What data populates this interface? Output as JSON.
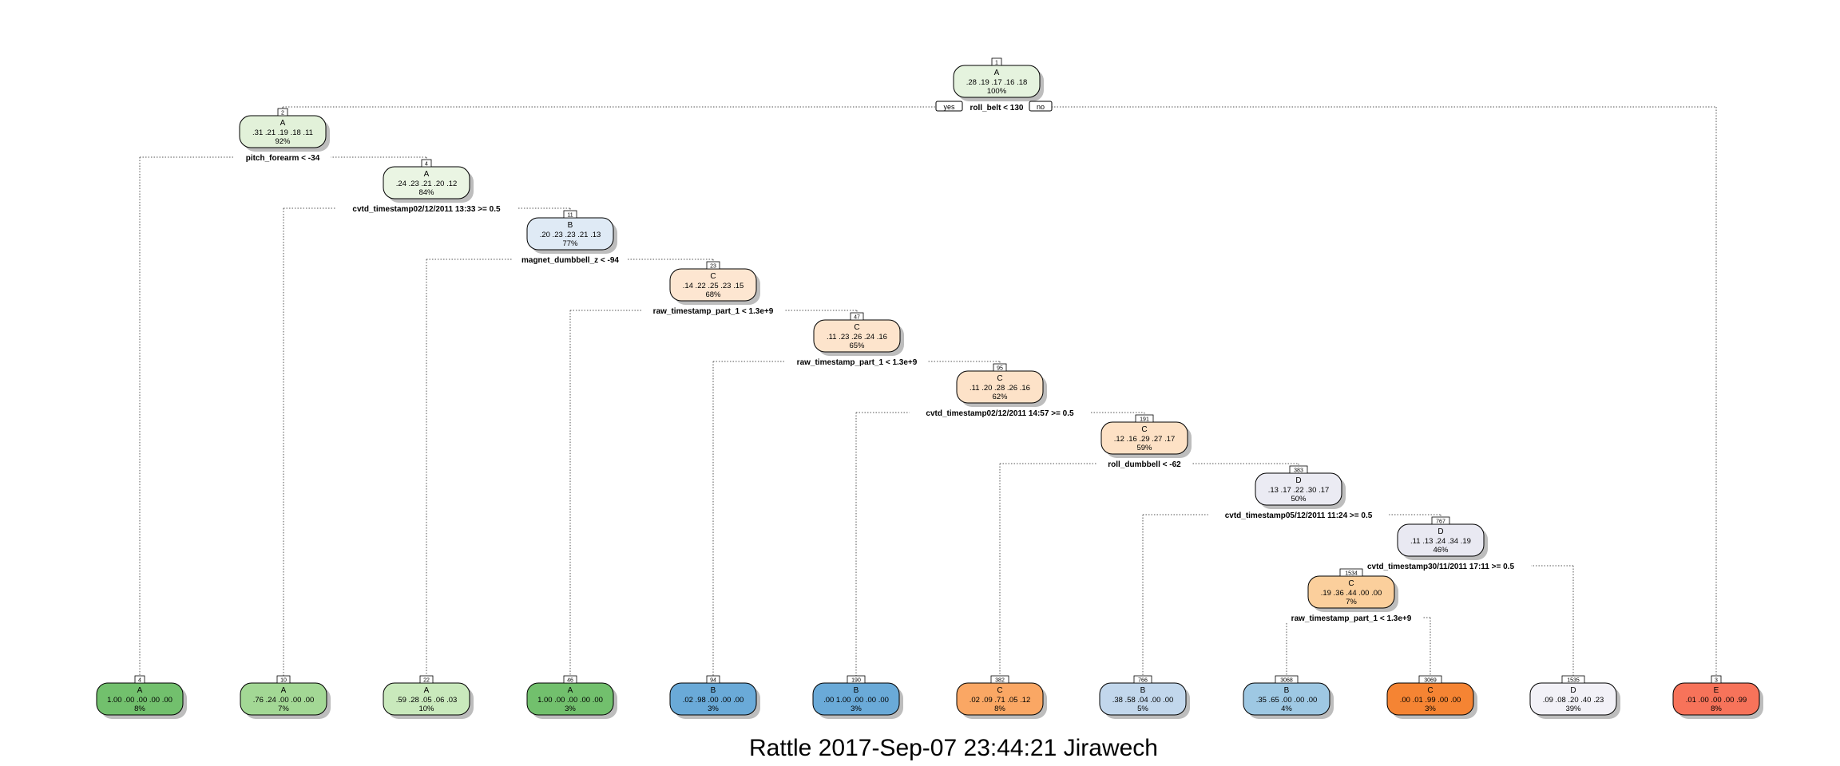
{
  "caption": "Rattle 2017-Sep-07 23:44:21 Jirawech",
  "root_yes_label": "yes",
  "root_no_label": "no",
  "colors": {
    "A": [
      "#e3f2dc",
      "#72c06d",
      "#a3d895",
      "#c9e9bc"
    ],
    "B": [
      "#dde9f4",
      "#6aaad8",
      "#bdd4ea",
      "#9ec8e3"
    ],
    "C": [
      "#fde5d0",
      "#faa764",
      "#fbcf9f",
      "#f58433"
    ],
    "D": [
      "#ececf4",
      "#f2f1f7"
    ],
    "E": [
      "#f7735a"
    ]
  },
  "nodes": [
    {
      "num": "1",
      "cls": "A",
      "probs": ".28 .19 .17 .16 .18",
      "pct": "100%",
      "split": "roll_belt < 130",
      "fill": "#e5f3de"
    },
    {
      "num": "2",
      "cls": "A",
      "probs": ".31 .21 .19 .18 .11",
      "pct": "92%",
      "split": "pitch_forearm < -34",
      "fill": "#e2f1d9"
    },
    {
      "num": "4",
      "cls": "A",
      "probs": ".24 .23 .21 .20 .12",
      "pct": "84%",
      "split": "cvtd_timestamp02/12/2011 13:33 >= 0.5",
      "fill": "#eaf5e3"
    },
    {
      "num": "11",
      "cls": "B",
      "probs": ".20 .23 .23 .21 .13",
      "pct": "77%",
      "split": "magnet_dumbbell_z < -94",
      "fill": "#dfeaf5"
    },
    {
      "num": "23",
      "cls": "C",
      "probs": ".14 .22 .25 .23 .15",
      "pct": "68%",
      "split": "raw_timestamp_part_1 < 1.3e+9",
      "fill": "#fde6d1"
    },
    {
      "num": "47",
      "cls": "C",
      "probs": ".11 .23 .26 .24 .16",
      "pct": "65%",
      "split": "raw_timestamp_part_1 < 1.3e+9",
      "fill": "#fde4cc"
    },
    {
      "num": "95",
      "cls": "C",
      "probs": ".11 .20 .28 .26 .16",
      "pct": "62%",
      "split": "cvtd_timestamp02/12/2011 14:57 >= 0.5",
      "fill": "#fde2c8"
    },
    {
      "num": "191",
      "cls": "C",
      "probs": ".12 .16 .29 .27 .17",
      "pct": "59%",
      "split": "roll_dumbbell < -62",
      "fill": "#fde1c5"
    },
    {
      "num": "383",
      "cls": "D",
      "probs": ".13 .17 .22 .30 .17",
      "pct": "50%",
      "split": "cvtd_timestamp05/12/2011 11:24 >= 0.5",
      "fill": "#ebebf3"
    },
    {
      "num": "767",
      "cls": "D",
      "probs": ".11 .13 .24 .34 .19",
      "pct": "46%",
      "split": "cvtd_timestamp30/11/2011 17:11 >= 0.5",
      "fill": "#e9e9f2"
    },
    {
      "num": "1534",
      "cls": "C",
      "probs": ".19 .36 .44 .00 .00",
      "pct": "7%",
      "split": "raw_timestamp_part_1 < 1.3e+9",
      "fill": "#fbcf9c"
    }
  ],
  "leaves": [
    {
      "num": "4",
      "cls": "A",
      "probs": "1.00 .00 .00 .00 .00",
      "pct": "8%",
      "fill": "#72c06d"
    },
    {
      "num": "10",
      "cls": "A",
      "probs": ".76 .24 .00 .00 .00",
      "pct": "7%",
      "fill": "#a3d895"
    },
    {
      "num": "22",
      "cls": "A",
      "probs": ".59 .28 .05 .06 .03",
      "pct": "10%",
      "fill": "#c9e9bc"
    },
    {
      "num": "46",
      "cls": "A",
      "probs": "1.00 .00 .00 .00 .00",
      "pct": "3%",
      "fill": "#72c06d"
    },
    {
      "num": "94",
      "cls": "B",
      "probs": ".02 .98 .00 .00 .00",
      "pct": "3%",
      "fill": "#6aaad8"
    },
    {
      "num": "190",
      "cls": "B",
      "probs": ".00 1.00 .00 .00 .00",
      "pct": "3%",
      "fill": "#6aaad8"
    },
    {
      "num": "382",
      "cls": "C",
      "probs": ".02 .09 .71 .05 .12",
      "pct": "8%",
      "fill": "#faa764"
    },
    {
      "num": "766",
      "cls": "B",
      "probs": ".38 .58 .04 .00 .00",
      "pct": "5%",
      "fill": "#c2d7ec"
    },
    {
      "num": "3068",
      "cls": "B",
      "probs": ".35 .65 .00 .00 .00",
      "pct": "4%",
      "fill": "#9ec8e3"
    },
    {
      "num": "3069",
      "cls": "C",
      "probs": ".00 .01 .99 .00 .00",
      "pct": "3%",
      "fill": "#f58433"
    },
    {
      "num": "1535",
      "cls": "D",
      "probs": ".09 .08 .20 .40 .23",
      "pct": "39%",
      "fill": "#f2f1f7"
    },
    {
      "num": "3",
      "cls": "E",
      "probs": ".01 .00 .00 .00 .99",
      "pct": "8%",
      "fill": "#f7735a"
    }
  ]
}
